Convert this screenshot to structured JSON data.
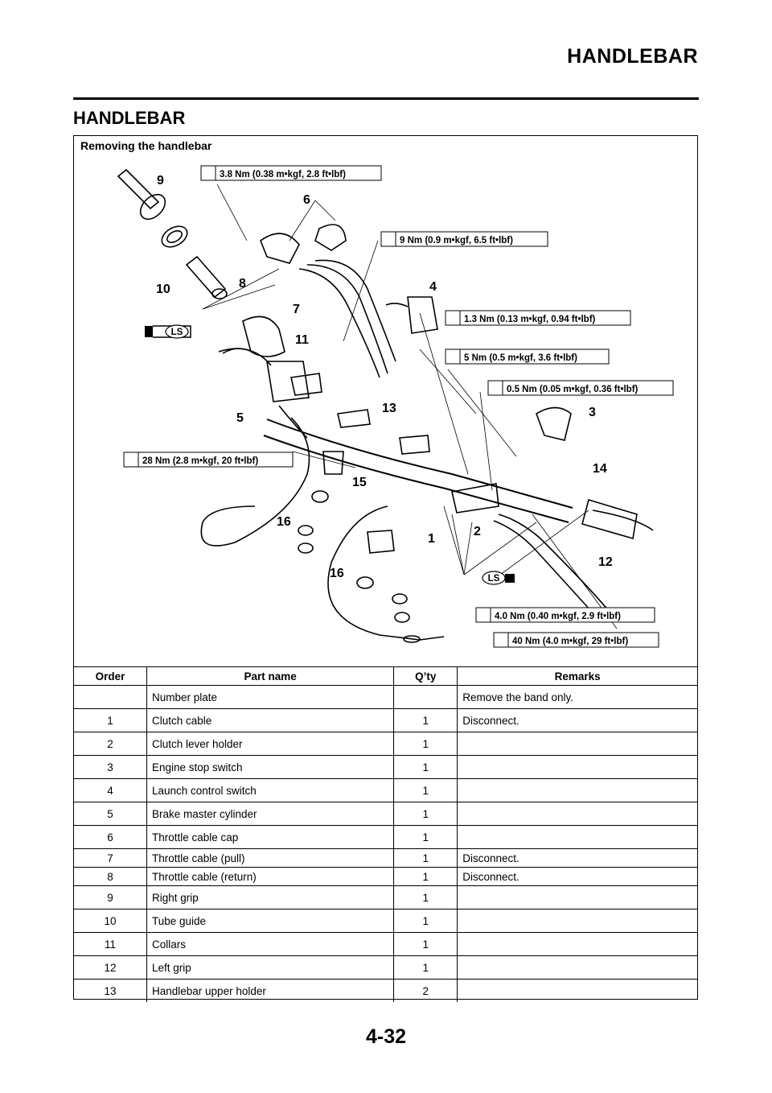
{
  "header": {
    "title": "HANDLEBAR"
  },
  "section": {
    "title": "HANDLEBAR"
  },
  "figure": {
    "caption": "Removing the handlebar",
    "part_numbers": [
      "9",
      "6",
      "10",
      "8",
      "4",
      "7",
      "11",
      "5",
      "13",
      "3",
      "14",
      "15",
      "16",
      "1",
      "2",
      "12",
      "16"
    ],
    "torque_specs": [
      "3.8 Nm (0.38 m•kgf, 2.8 ft•lbf)",
      "9 Nm (0.9 m•kgf, 6.5 ft•lbf)",
      "1.3 Nm (0.13 m•kgf, 0.94 ft•lbf)",
      "5 Nm (0.5 m•kgf, 3.6 ft•lbf)",
      "0.5 Nm (0.05 m•kgf, 0.36 ft•lbf)",
      "28 Nm (2.8 m•kgf, 20 ft•lbf)",
      "4.0 Nm (0.40 m•kgf, 2.9 ft•lbf)",
      "40 Nm (4.0 m•kgf, 29 ft•lbf)"
    ],
    "ls_label": "LS"
  },
  "table": {
    "headers": {
      "order": "Order",
      "part": "Part name",
      "qty": "Q’ty",
      "remarks": "Remarks"
    },
    "rows": [
      {
        "order": "",
        "part": "Number plate",
        "qty": "",
        "remarks": "Remove the band only."
      },
      {
        "order": "1",
        "part": "Clutch cable",
        "qty": "1",
        "remarks": "Disconnect."
      },
      {
        "order": "2",
        "part": "Clutch lever holder",
        "qty": "1",
        "remarks": ""
      },
      {
        "order": "3",
        "part": "Engine stop switch",
        "qty": "1",
        "remarks": ""
      },
      {
        "order": "4",
        "part": "Launch control switch",
        "qty": "1",
        "remarks": ""
      },
      {
        "order": "5",
        "part": "Brake master cylinder",
        "qty": "1",
        "remarks": ""
      },
      {
        "order": "6",
        "part": "Throttle cable cap",
        "qty": "1",
        "remarks": ""
      },
      {
        "order": "7",
        "part": "Throttle cable (pull)",
        "qty": "1",
        "remarks": "Disconnect."
      },
      {
        "order": "8",
        "part": "Throttle cable (return)",
        "qty": "1",
        "remarks": "Disconnect."
      },
      {
        "order": "9",
        "part": "Right grip",
        "qty": "1",
        "remarks": ""
      },
      {
        "order": "10",
        "part": "Tube guide",
        "qty": "1",
        "remarks": ""
      },
      {
        "order": "11",
        "part": "Collars",
        "qty": "1",
        "remarks": ""
      },
      {
        "order": "12",
        "part": "Left grip",
        "qty": "1",
        "remarks": ""
      },
      {
        "order": "13",
        "part": "Handlebar upper holder",
        "qty": "2",
        "remarks": ""
      }
    ]
  },
  "footer": {
    "page_number": "4-32"
  }
}
